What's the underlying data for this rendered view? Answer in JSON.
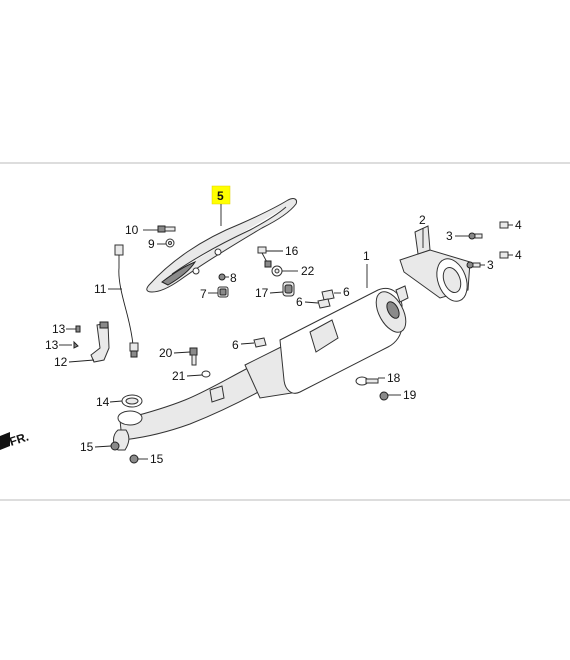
{
  "highlight_color": "#ffff00",
  "direction_marker": {
    "text": "FR.",
    "icon": "direction-arrow-icon"
  },
  "callouts": {
    "c1": "1",
    "c2": "2",
    "c3": "3",
    "c3b": "3",
    "c4": "4",
    "c4b": "4",
    "c5": "5",
    "c6a": "6",
    "c6b": "6",
    "c6c": "6",
    "c7": "7",
    "c8": "8",
    "c9": "9",
    "c10": "10",
    "c11": "11",
    "c12": "12",
    "c13a": "13",
    "c13b": "13",
    "c14": "14",
    "c15a": "15",
    "c15b": "15",
    "c16": "16",
    "c17": "17",
    "c18": "18",
    "c19": "19",
    "c20": "20",
    "c21": "21",
    "c22": "22"
  }
}
